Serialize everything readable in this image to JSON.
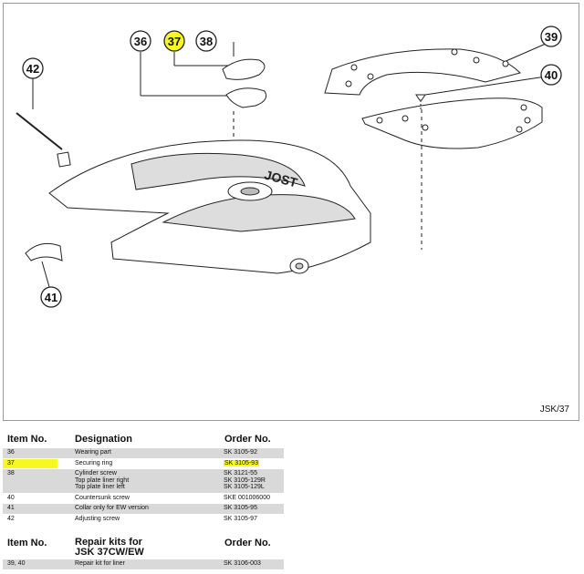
{
  "callouts": [
    {
      "num": "36",
      "highlighted": false
    },
    {
      "num": "37",
      "highlighted": true
    },
    {
      "num": "38",
      "highlighted": false
    },
    {
      "num": "39",
      "highlighted": false
    },
    {
      "num": "40",
      "highlighted": false
    },
    {
      "num": "41",
      "highlighted": false
    },
    {
      "num": "42",
      "highlighted": false
    }
  ],
  "diagram": {
    "drawing_code": "JSK/37",
    "brand_mark": "JOST"
  },
  "parts_table": {
    "headers": {
      "item": "Item No.",
      "designation": "Designation",
      "order": "Order No."
    },
    "rows": [
      {
        "item": "36",
        "designation": [
          "Wearing part"
        ],
        "order": [
          "SK 3105-92"
        ],
        "highlighted": false
      },
      {
        "item": "37",
        "designation": [
          "Securing ring"
        ],
        "order": [
          "SK 3105-93"
        ],
        "highlighted": true
      },
      {
        "item": "38",
        "designation": [
          "Cylinder screw",
          "Top plate liner right",
          "Top plate liner left"
        ],
        "order": [
          "SK 3121-55",
          "SK 3105-129R",
          "SK 3105-129L"
        ],
        "highlighted": false
      },
      {
        "item": "40",
        "designation": [
          "Countersunk screw"
        ],
        "order": [
          "SKE 001006000"
        ],
        "highlighted": false
      },
      {
        "item": "41",
        "designation": [
          "Collar only for EW version"
        ],
        "order": [
          "SK 3105-95"
        ],
        "highlighted": false
      },
      {
        "item": "42",
        "designation": [
          "Adjusting screw"
        ],
        "order": [
          "SK 3105-97"
        ],
        "highlighted": false
      }
    ]
  },
  "repair_table": {
    "headers": {
      "item": "Item No.",
      "designation_line1": "Repair kits for",
      "designation_line2": "JSK 37CW/EW",
      "order": "Order No."
    },
    "rows": [
      {
        "item": "39, 40",
        "designation": [
          "Repair kit for liner"
        ],
        "order": [
          "SK 3106-003"
        ],
        "highlighted": false
      }
    ]
  },
  "colors": {
    "highlight": "#f7f721",
    "row_shade": "#d9d9d9",
    "frame": "#9a9a9a"
  }
}
